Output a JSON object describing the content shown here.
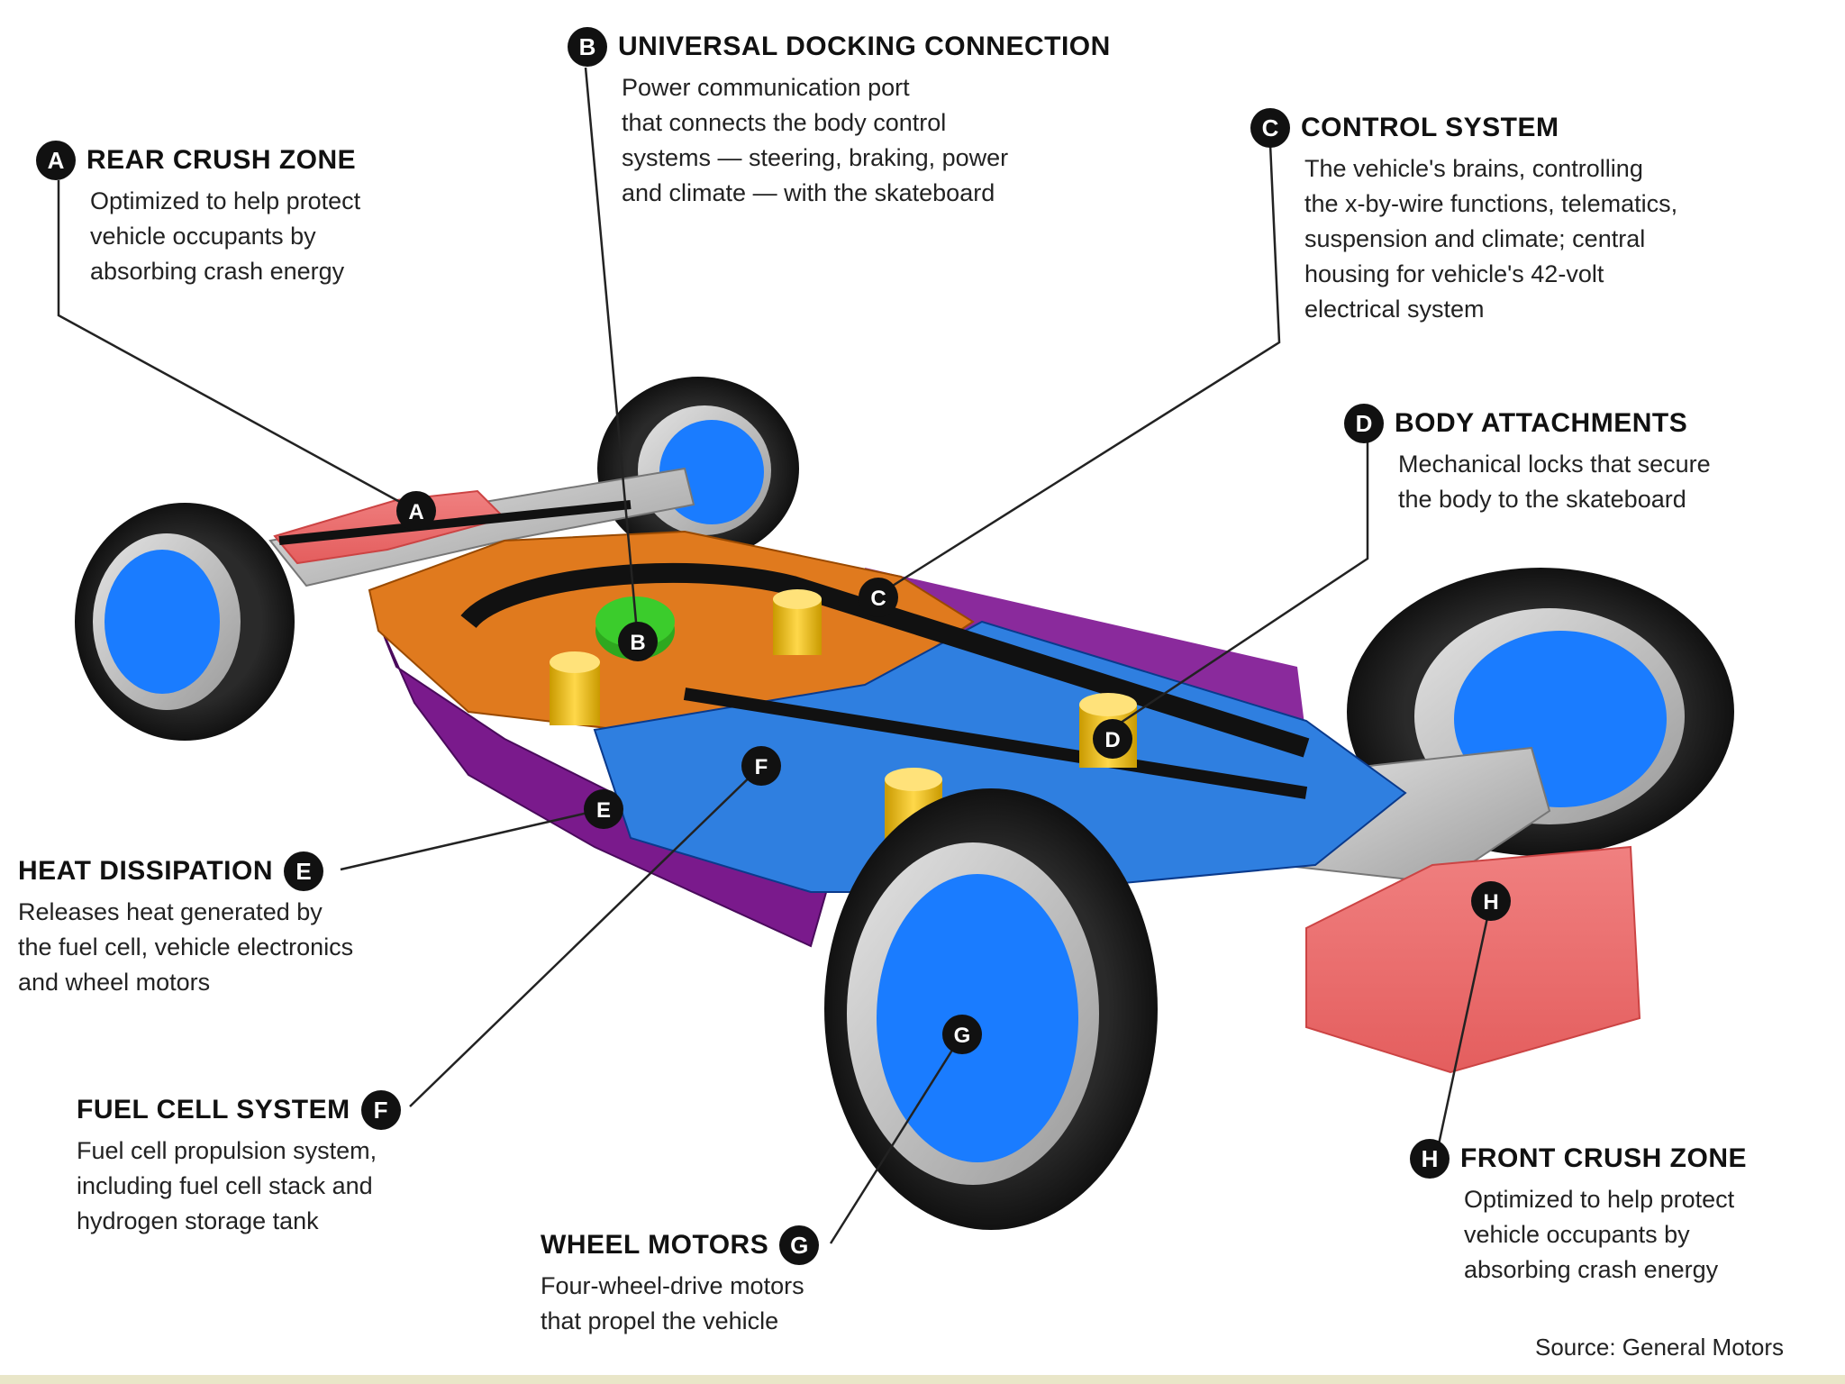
{
  "colors": {
    "chassis_orange": "#e07a1e",
    "chassis_blue": "#2f7fe0",
    "chassis_purple": "#7a1a8c",
    "crush_zone_pink": "#ee6a6a",
    "docking_green": "#3bcc2c",
    "attachment_gold": "#e8c11a",
    "wheel_motor_blue": "#1a7cff",
    "tire_black": "#1a1a1a",
    "rim_silver": "#bdbdbd"
  },
  "callouts": {
    "A": {
      "badge": "A",
      "title": "REAR CRUSH ZONE",
      "desc": "Optimized to help protect\nvehicle occupants by\nabsorbing crash energy"
    },
    "B": {
      "badge": "B",
      "title": "UNIVERSAL DOCKING CONNECTION",
      "desc": "Power communication port\nthat connects the body control\nsystems — steering, braking, power\nand climate — with the skateboard"
    },
    "C": {
      "badge": "C",
      "title": "CONTROL SYSTEM",
      "desc": "The vehicle's brains, controlling\nthe x-by-wire functions, telematics,\nsuspension and climate; central\nhousing for vehicle's 42-volt\nelectrical system"
    },
    "D": {
      "badge": "D",
      "title": "BODY ATTACHMENTS",
      "desc": "Mechanical locks that secure\nthe body to the skateboard"
    },
    "E": {
      "badge": "E",
      "title": "HEAT DISSIPATION",
      "desc": "Releases heat generated by\nthe fuel cell, vehicle electronics\nand wheel motors"
    },
    "F": {
      "badge": "F",
      "title": "FUEL CELL SYSTEM",
      "desc": "Fuel cell propulsion system,\nincluding fuel cell stack and\nhydrogen storage tank"
    },
    "G": {
      "badge": "G",
      "title": "WHEEL MOTORS",
      "desc": "Four-wheel-drive motors\nthat propel the vehicle"
    },
    "H": {
      "badge": "H",
      "title": "FRONT CRUSH ZONE",
      "desc": "Optimized to help protect\nvehicle occupants by\nabsorbing crash energy"
    }
  },
  "markers": [
    "A",
    "B",
    "C",
    "D",
    "E",
    "F",
    "G",
    "H"
  ],
  "source": "Source: General Motors"
}
